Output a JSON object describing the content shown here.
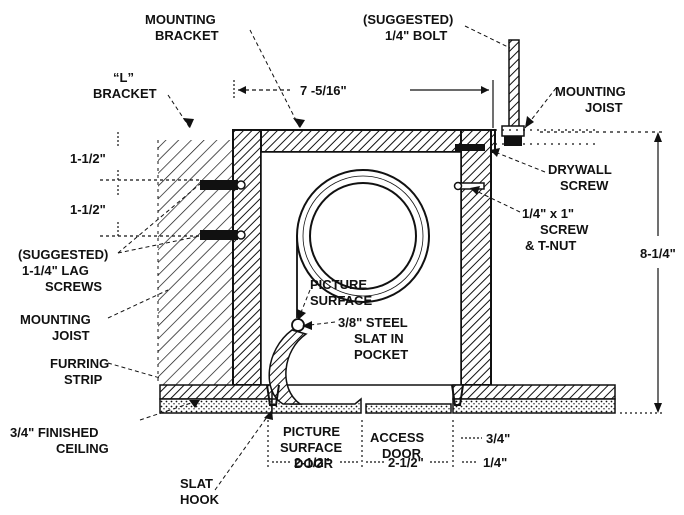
{
  "labels": {
    "mounting_bracket": [
      "MOUNTING",
      "BRACKET"
    ],
    "suggested_bolt": [
      "(SUGGESTED)",
      "1/4\" BOLT"
    ],
    "l_bracket": [
      "“L”",
      "BRACKET"
    ],
    "mounting_joist_right": [
      "MOUNTING",
      "JOIST"
    ],
    "drywall_screw": [
      "DRYWALL",
      "SCREW"
    ],
    "screw_tnut": [
      "1/4\" x 1\"",
      "SCREW",
      "& T-NUT"
    ],
    "lag_screws": [
      "(SUGGESTED)",
      "1-1/4\" LAG",
      "SCREWS"
    ],
    "mounting_joist_left": [
      "MOUNTING",
      "JOIST"
    ],
    "picture_surface": [
      "PICTURE",
      "SURFACE"
    ],
    "steel_slat": [
      "3/8\" STEEL",
      "SLAT IN",
      "POCKET"
    ],
    "furring_strip": [
      "FURRING",
      "STRIP"
    ],
    "finished_ceiling": [
      "3/4\" FINISHED",
      "CEILING"
    ],
    "picture_surface_door": [
      "PICTURE",
      "SURFACE",
      "DOOR"
    ],
    "access_door": [
      "ACCESS",
      "DOOR"
    ],
    "slat_hook": [
      "SLAT",
      "HOOK"
    ]
  },
  "dimensions": {
    "width": "7 -5/16\"",
    "height": "8-1/4\"",
    "upper": "1-1/2\"",
    "lower": "1-1/2\"",
    "ceiling": "3/4\"",
    "reveal": "1/4\"",
    "door_left": "2-1/2\"",
    "door_right": "2-1/2\""
  }
}
